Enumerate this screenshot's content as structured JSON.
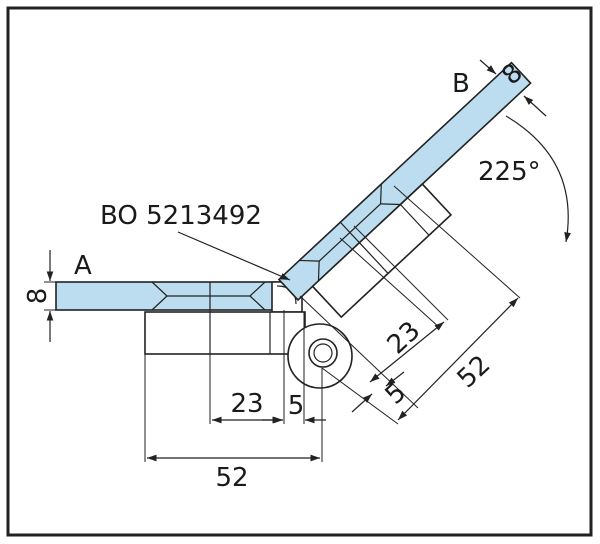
{
  "labels": {
    "panel_a": "A",
    "panel_b": "B",
    "part_number": "BO 5213492",
    "angle": "225°",
    "thickness_a": "8",
    "thickness_b": "8",
    "width_h_23": "23",
    "width_h_5": "5",
    "width_h_52": "52",
    "width_d_23": "23",
    "width_d_5": "5",
    "width_d_52": "52"
  },
  "colors": {
    "glass": "#bcdcf0",
    "line": "#222222",
    "frame": "#222222"
  }
}
